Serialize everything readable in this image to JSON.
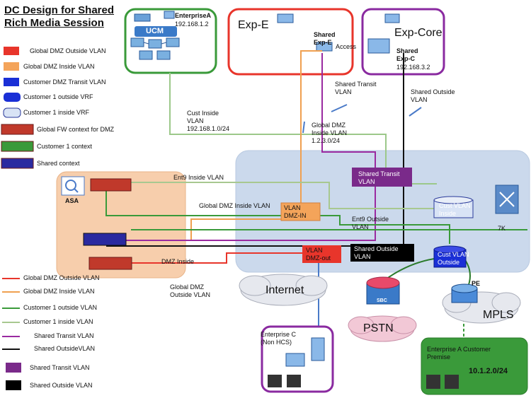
{
  "title": "DC  Design for Shared Rich Media Session",
  "legend_top": [
    {
      "label": "Global DMZ Outside VLAN",
      "color": "#e8352b",
      "kind": "swatch"
    },
    {
      "label": "Global DMZ Inside VLAN",
      "color": "#f4a45a",
      "kind": "swatch"
    },
    {
      "label": "Customer DMZ Transit VLAN",
      "color": "#1a2fd6",
      "kind": "swatch"
    },
    {
      "label": "Customer 1 outside VRF",
      "color": "#1a2fd6",
      "kind": "cyl-dark"
    },
    {
      "label": "Customer 1 inside VRF",
      "color": "#d8e3f5",
      "kind": "cyl-light"
    },
    {
      "label": "Global FW context for DMZ",
      "color": "#c0392b",
      "kind": "fw-red"
    },
    {
      "label": "Customer 1 context",
      "color": "#3a9a3a",
      "kind": "fw-green"
    },
    {
      "label": "Shared  context",
      "color": "#2a2aa0",
      "kind": "fw-blue"
    }
  ],
  "legend_bottom": [
    {
      "label": "Global DMZ Outside VLAN",
      "color": "#e8352b",
      "kind": "line"
    },
    {
      "label": "Global DMZ Inside VLAN",
      "color": "#f0a050",
      "kind": "line"
    },
    {
      "label": "Customer 1 outside VLAN",
      "color": "#3a9a3a",
      "kind": "line"
    },
    {
      "label": "Customer 1 inside VLAN",
      "color": "#a8c890",
      "kind": "line"
    },
    {
      "label": "Shared Transit VLAN",
      "color": "#9a2aa0",
      "kind": "line"
    },
    {
      "label": "Shared OutsideVLAN",
      "color": "#111111",
      "kind": "line"
    },
    {
      "label": "Shared Transit VLAN",
      "color": "#7a2a8a",
      "kind": "box"
    },
    {
      "label": "Shared Outside VLAN",
      "color": "#000000",
      "kind": "box"
    }
  ],
  "boxes": {
    "enterprise_a": {
      "title": "EnterpriseA",
      "ip": "192.168.1.2",
      "ucm": "UCM",
      "color": "#3a9a3a"
    },
    "exp_e": {
      "title": "Exp-E",
      "device": "Shared Exp-E",
      "access": "Access",
      "color": "#e8352b"
    },
    "exp_core": {
      "title": "Exp-Core",
      "device": "Shared Exp-C",
      "ip": "192.168.3.2",
      "color": "#8a2aa0"
    },
    "enterprise_c": {
      "label": "Enterprise C (Non HCS)",
      "color": "#8a2aa0"
    },
    "enterprise_a_prem": {
      "label": "Enterprise A Customer Premise",
      "subnet": "10.1.2.0/24",
      "color": "#3a9a3a"
    }
  },
  "labels": {
    "shared_transit_top": "Shared Transit VLAN",
    "shared_outside_top": "Shared Outside VLAN",
    "cust_inside": "Cust Inside VLAN 192.168.1.0/24",
    "global_dmz_inside": "Global DMZ Inside VLAN 1.2.3.0/24",
    "ent9_inside": "Ent9 Inside VLAN",
    "global_dmz_inside_vlan": "Global DMZ Inside VLAN",
    "ent9_outside": "Ent9 Outside VLAN",
    "dmz_inside": "DMZ Inside",
    "global_dmz_outside": "Global DMZ Outside VLAN",
    "asa": "ASA",
    "sevenk": "7K",
    "pe": "PE",
    "sbc": "SBC"
  },
  "vlan_boxes": {
    "shared_transit": "Shared Transit VLAN",
    "vlan_dmz_in": "VLAN DMZ-IN",
    "vlan_dmz_out": "VLAN DMZ-out",
    "shared_outside": "Shared Outside VLAN",
    "cust_vlan_inside": "Cust VLAN Inside",
    "cust_vlan_outside": "Cust VLAN Outside"
  },
  "clouds": {
    "internet": "Internet",
    "pstn": "PSTN",
    "mpls": "MPLS"
  }
}
